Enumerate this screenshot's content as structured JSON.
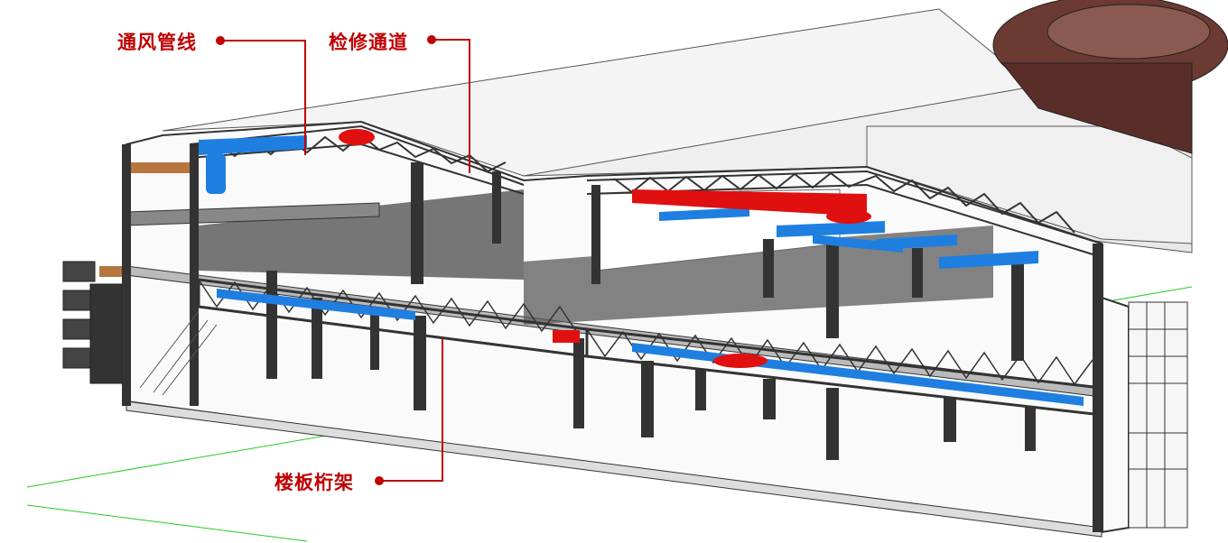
{
  "callouts": [
    {
      "label": "通风管线"
    },
    {
      "label": "检修通道"
    },
    {
      "label": "楼板桁架"
    }
  ],
  "colors": {
    "callout": "#c00000",
    "duct_blue": "#1e7fe0",
    "duct_red": "#e01010",
    "structure": "#333333",
    "grid_line": "#22cc22"
  }
}
